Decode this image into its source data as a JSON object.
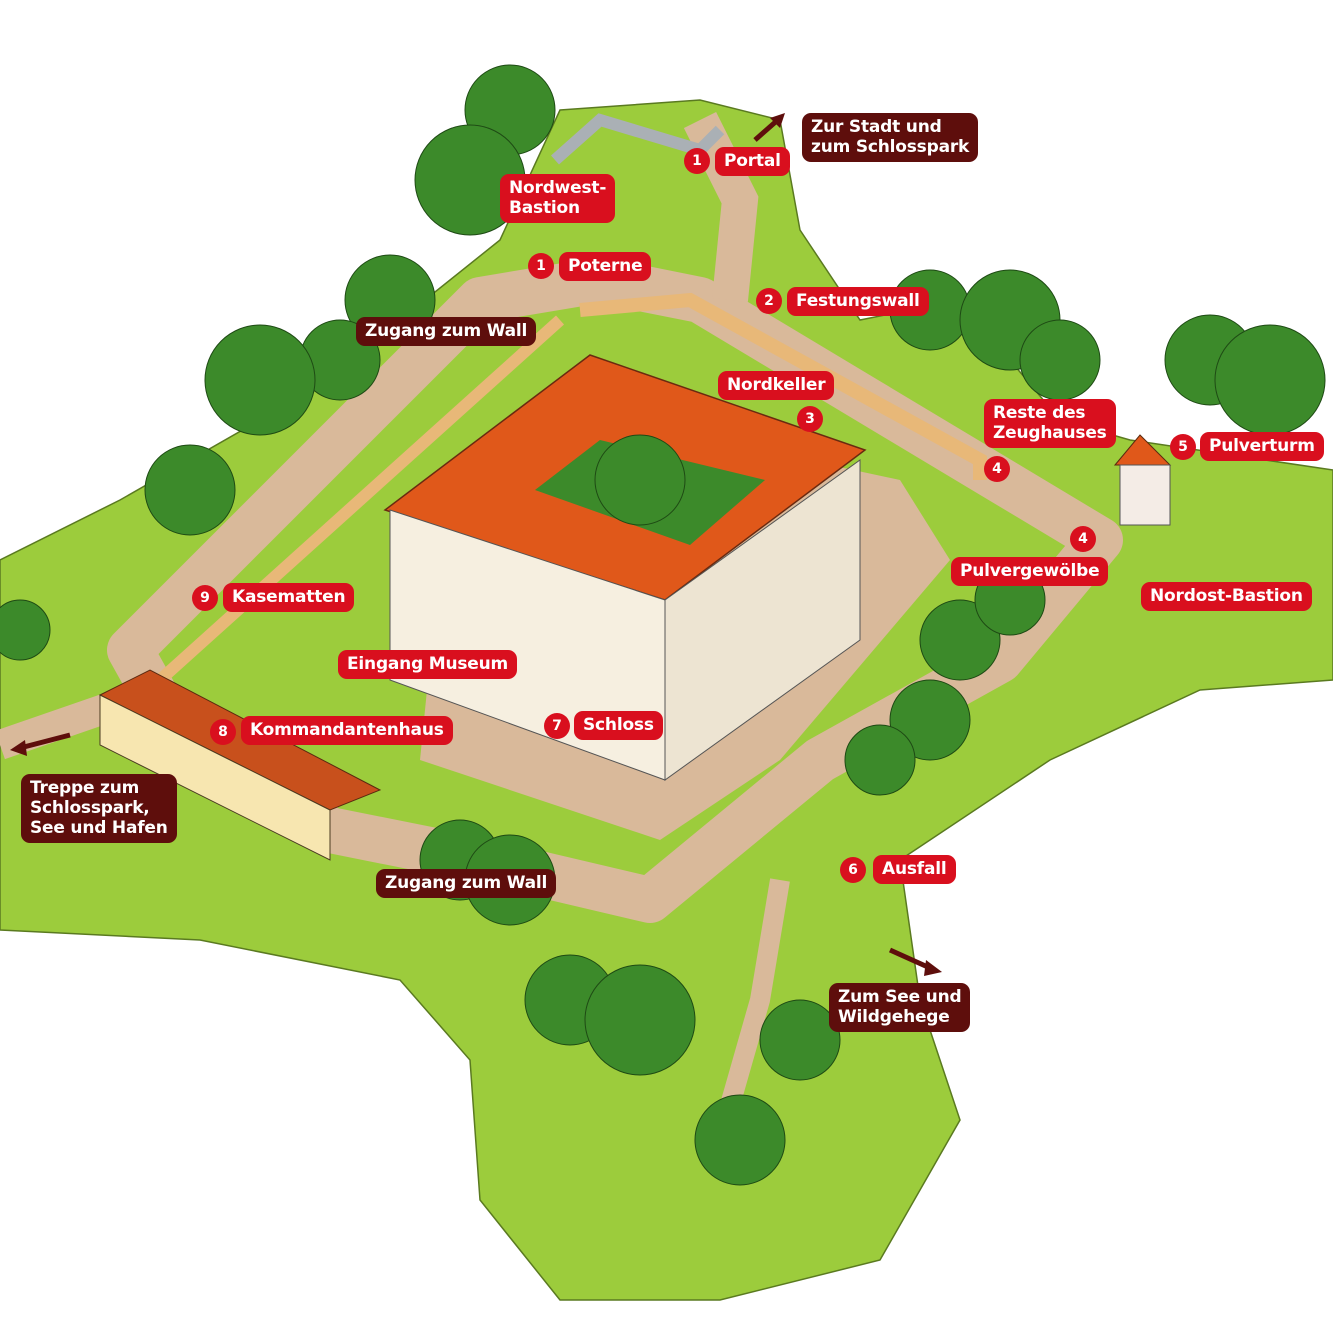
{
  "colors": {
    "label_red": "#d90f1e",
    "label_dark": "#5e0e0c",
    "grass": "#9ccc3c",
    "path": "#d9b99a",
    "roof": "#e0581a",
    "wall": "#f6efe0",
    "tree": "#3c8a2a"
  },
  "labels": {
    "portal": {
      "num": "1",
      "text": "Portal"
    },
    "nordwest_bastion": {
      "line1": "Nordwest-",
      "line2": "Bastion"
    },
    "poterne": {
      "num": "1",
      "text": "Poterne"
    },
    "festungswall": {
      "num": "2",
      "text": "Festungswall"
    },
    "nordkeller": {
      "num": "3",
      "text": "Nordkeller"
    },
    "reste_zeughaus": {
      "num": "4",
      "line1": "Reste des",
      "line2": "Zeughauses"
    },
    "pulverturm": {
      "num": "5",
      "text": "Pulverturm"
    },
    "pulvergewoelbe": {
      "num": "4",
      "text": "Pulvergewölbe"
    },
    "nordost_bastion": {
      "text": "Nordost-Bastion"
    },
    "kasematten": {
      "num": "9",
      "text": "Kasematten"
    },
    "eingang_museum": {
      "text": "Eingang Museum"
    },
    "kommandantenhaus": {
      "num": "8",
      "text": "Kommandantenhaus"
    },
    "schloss": {
      "num": "7",
      "text": "Schloss"
    },
    "ausfall": {
      "num": "6",
      "text": "Ausfall"
    }
  },
  "directions": {
    "stadt": {
      "line1": "Zur Stadt und",
      "line2": "zum Schlosspark"
    },
    "zugang_wall_top": {
      "text": "Zugang zum Wall"
    },
    "zugang_wall_bottom": {
      "text": "Zugang zum Wall"
    },
    "treppe": {
      "line1": "Treppe zum",
      "line2": "Schlosspark,",
      "line3": "See und Hafen"
    },
    "see": {
      "line1": "Zum See und",
      "line2": "Wildgehege"
    }
  }
}
